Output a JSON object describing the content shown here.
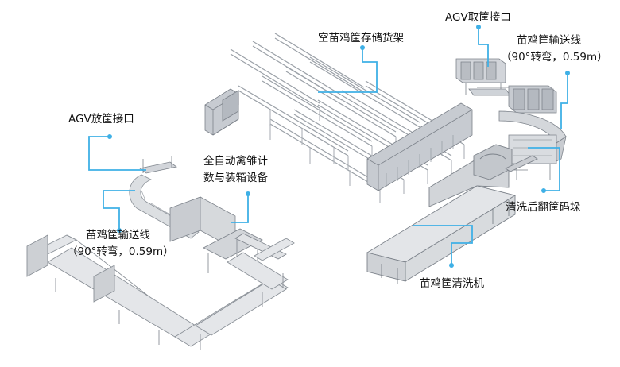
{
  "colors": {
    "callout": "#3fb0e6",
    "equipment": "#bfc3c9",
    "equipment_dark": "#8e949c",
    "crate": "#a9aeb5"
  },
  "labels": {
    "storage_rack": "空苗鸡筐存储货架",
    "agv_pickup": "AGV取筐接口",
    "conveyor_right_line1": "苗鸡筐输送线",
    "conveyor_right_line2": "（90°转弯，0.59m）",
    "agv_dropoff": "AGV放筐接口",
    "counting_line1": "全自动禽雏计",
    "counting_line2": "数与装箱设备",
    "conveyor_left_line1": "苗鸡筐输送线",
    "conveyor_left_line2": "（90°转弯，0.59m）",
    "flip_stack": "清洗后翻筐码垛",
    "washer": "苗鸡筐清洗机"
  }
}
